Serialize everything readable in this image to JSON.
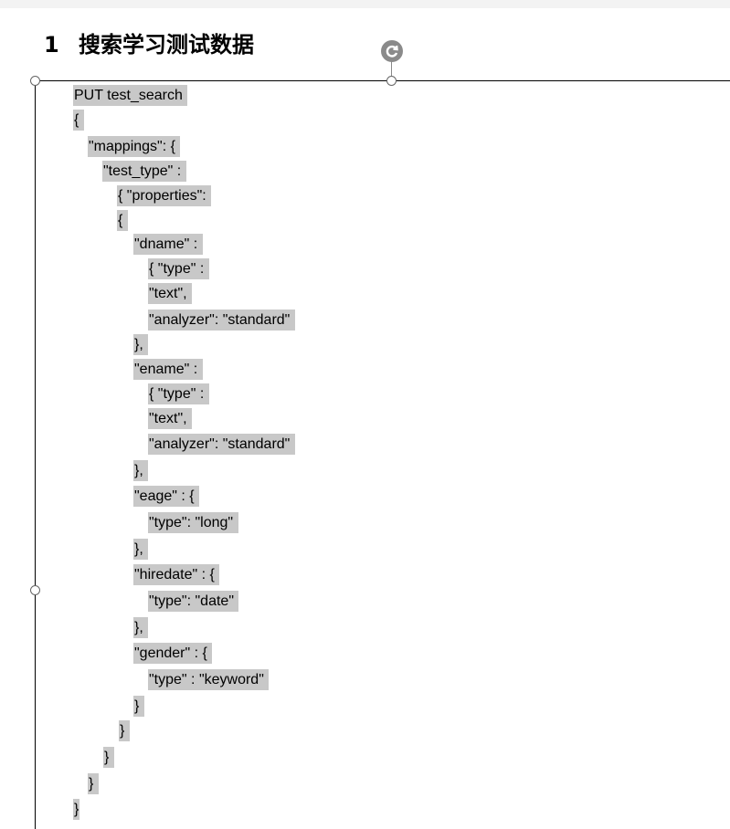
{
  "document": {
    "heading_number": "1",
    "heading_text": "搜索学习测试数据"
  },
  "code_lines": [
    "PUT test_search ",
    "{ ",
    "\"mappings\": { ",
    "\"test_type\" : ",
    "{ \"properties\": ",
    "{ ",
    "\"dname\" : ",
    "{ \"type\" : ",
    "\"text\", ",
    "\"analyzer\": \"standard\" ",
    "}, ",
    "\"ename\" : ",
    "{ \"type\" : ",
    "\"text\", ",
    "\"analyzer\": \"standard\" ",
    "}, ",
    "\"eage\" : { ",
    "\"type\": \"long\" ",
    "}, ",
    "\"hiredate\" : { ",
    "\"type\": \"date\" ",
    "}, ",
    "\"gender\" : { ",
    "\"type\" : \"keyword\" ",
    "} ",
    "} ",
    "} ",
    "} ",
    "}"
  ],
  "icons": {
    "rotate": "rotate-icon",
    "resize_handle": "resize-handle-icon"
  },
  "colors": {
    "selection_highlight": "#c8c8c8",
    "frame_line": "#000000",
    "handle_gray": "#8a8a8a"
  }
}
